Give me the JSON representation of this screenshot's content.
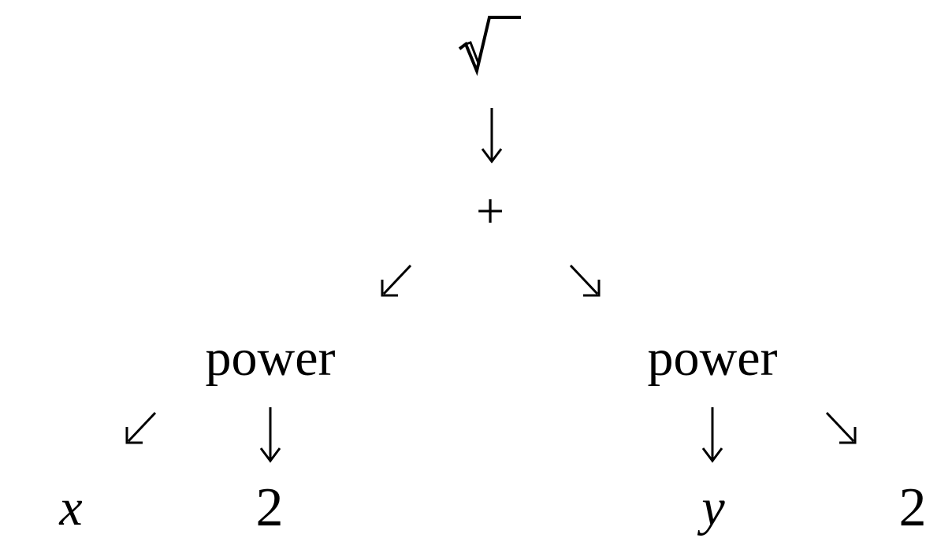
{
  "tree": {
    "root": "√",
    "plus": "+",
    "left_op": "power",
    "right_op": "power",
    "left_base": "x",
    "left_exponent": "2",
    "right_base": "y",
    "right_exponent": "2"
  },
  "colors": {
    "ink": "#000000",
    "background": "#ffffff"
  },
  "icons": {
    "edges": [
      "arrow-down-icon",
      "arrow-down-left-icon",
      "arrow-down-right-icon"
    ]
  }
}
